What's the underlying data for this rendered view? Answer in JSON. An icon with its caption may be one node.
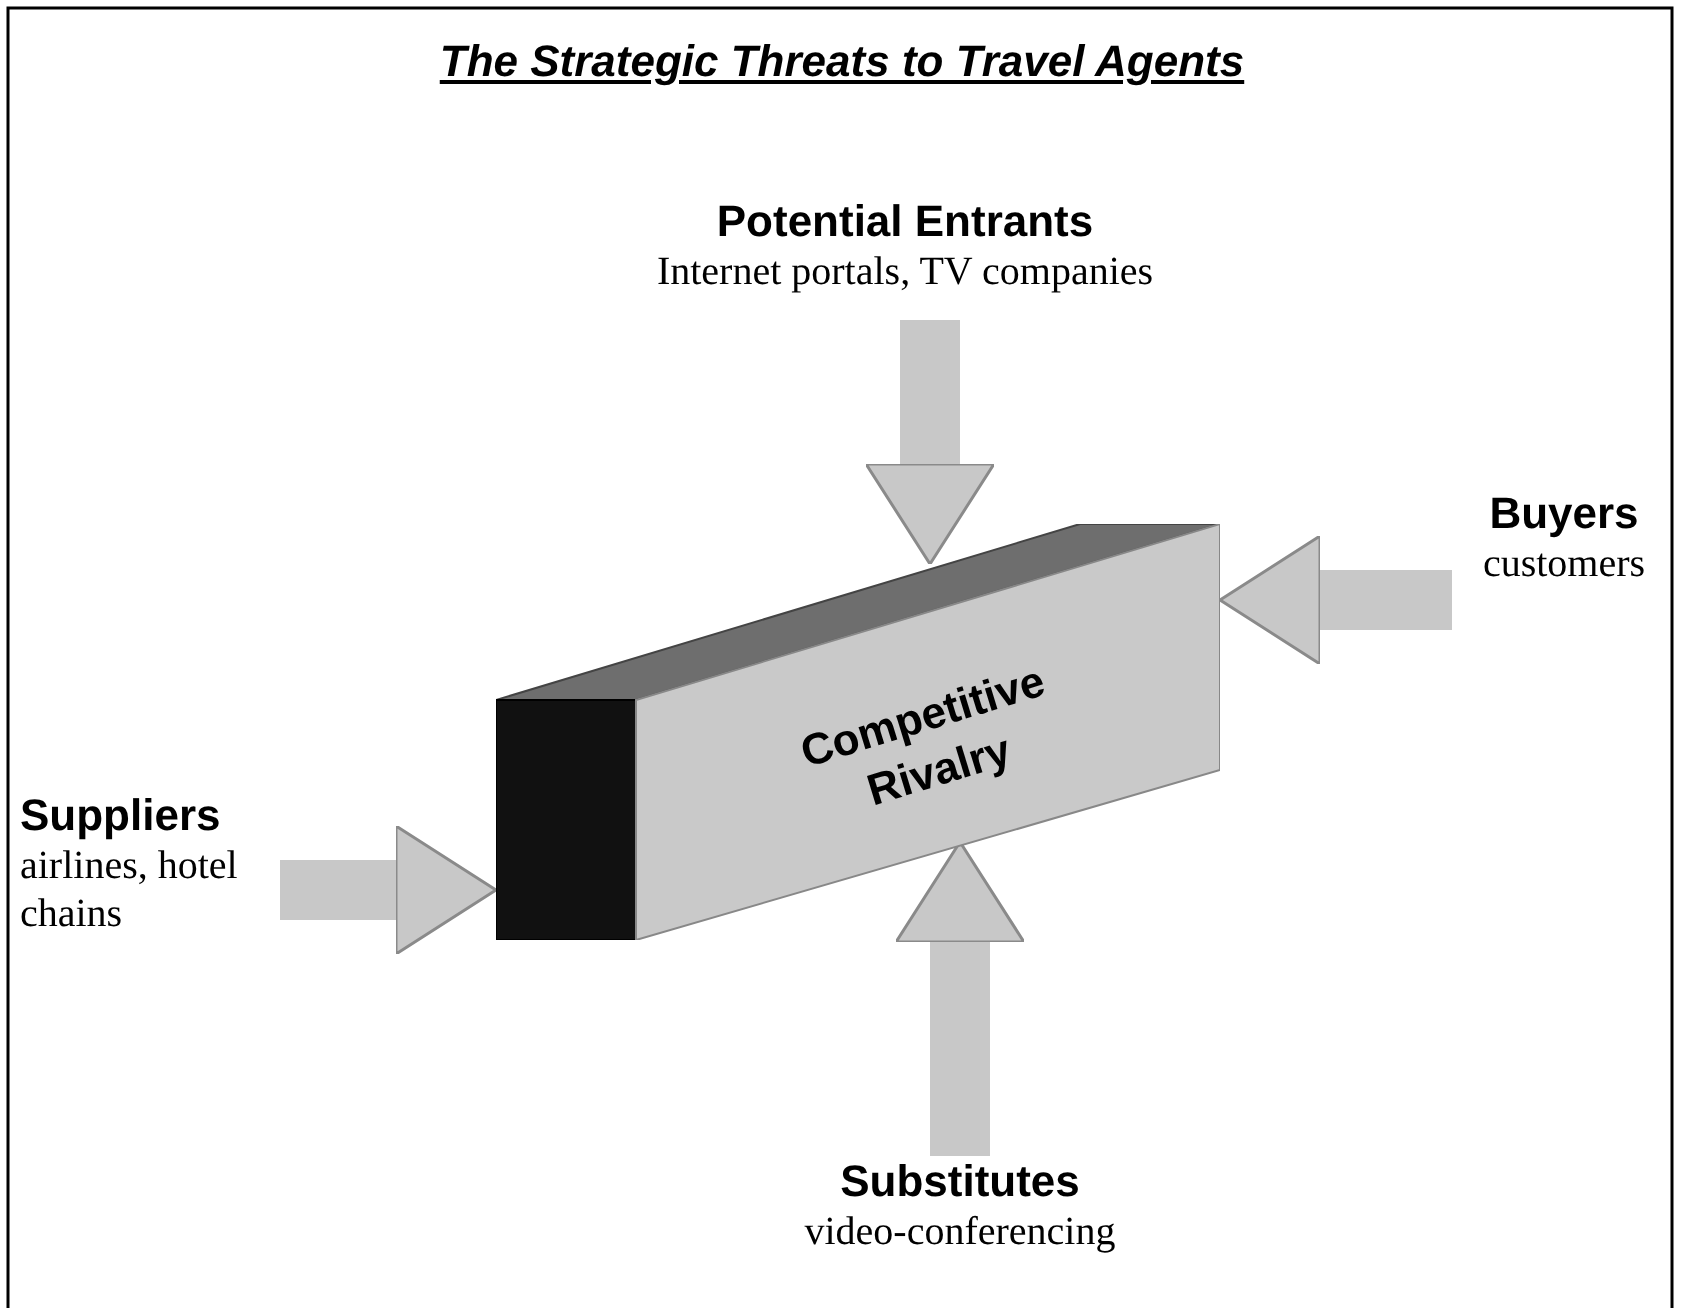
{
  "diagram": {
    "title": "The Strategic Threats to Travel Agents",
    "nodes": [
      {
        "text": [
          "Competitive Rivalry"
        ]
      },
      {
        "text": [
          "Potential Entrants",
          "Internet portals, TV companies"
        ]
      },
      {
        "text": [
          "Buyers",
          "customers"
        ]
      },
      {
        "text": [
          "Suppliers",
          "airlines, hotel chains"
        ]
      },
      {
        "text": [
          "Substitutes",
          "video-conferencing"
        ]
      }
    ],
    "edges": [
      {
        "from": 1,
        "to": 0,
        "arrow": "to"
      },
      {
        "from": 2,
        "to": 0,
        "arrow": "to"
      },
      {
        "from": 3,
        "to": 0,
        "arrow": "to"
      },
      {
        "from": 4,
        "to": 0,
        "arrow": "to"
      }
    ]
  }
}
